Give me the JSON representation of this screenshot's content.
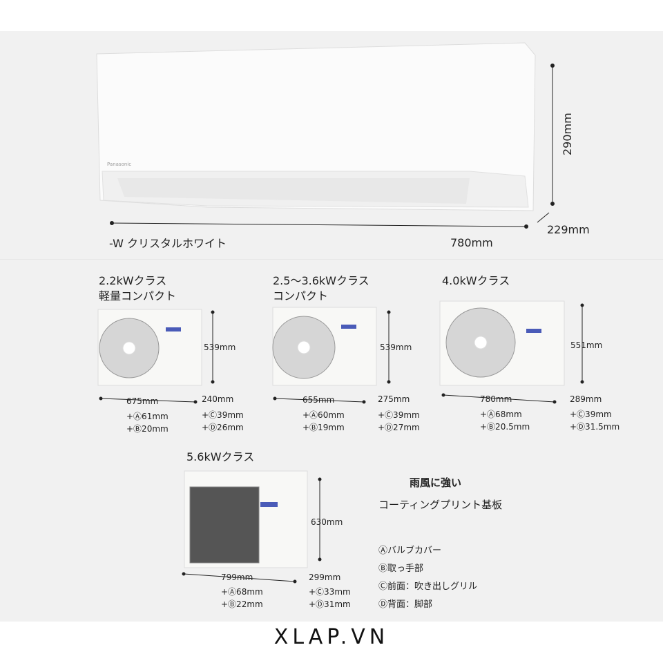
{
  "indoor": {
    "color_name": "-W クリスタルホワイト",
    "height": "290mm",
    "width": "780mm",
    "depth": "229mm",
    "brand": "Panasonic"
  },
  "outdoor": [
    {
      "class": "2.2kWクラス",
      "subtitle": "軽量コンパクト",
      "height": "539mm",
      "width": "675mm",
      "depth": "240mm",
      "a": "+Ⓐ61mm",
      "b": "+Ⓑ20mm",
      "c": "+Ⓒ39mm",
      "d": "+Ⓓ26mm"
    },
    {
      "class": "2.5〜3.6kWクラス",
      "subtitle": "コンパクト",
      "height": "539mm",
      "width": "655mm",
      "depth": "275mm",
      "a": "+Ⓐ60mm",
      "b": "+Ⓑ19mm",
      "c": "+Ⓒ39mm",
      "d": "+Ⓓ27mm"
    },
    {
      "class": "4.0kWクラス",
      "height": "551mm",
      "width": "780mm",
      "depth": "289mm",
      "a": "+Ⓐ68mm",
      "b": "+Ⓑ20.5mm",
      "c": "+Ⓒ39mm",
      "d": "+Ⓓ31.5mm"
    },
    {
      "class": "5.6kWクラス",
      "height": "630mm",
      "width": "799mm",
      "depth": "299mm",
      "a": "+Ⓐ68mm",
      "b": "+Ⓑ22mm",
      "c": "+Ⓒ33mm",
      "d": "+Ⓓ31mm"
    }
  ],
  "feature": {
    "title": "雨風に強い",
    "subtitle": "コーティングプリント基板"
  },
  "legend": [
    "Ⓐバルブカバー",
    "Ⓑ取っ手部",
    "Ⓒ前面：吹き出しグリル",
    "Ⓓ背面：脚部"
  ],
  "footer": "XLAP.VN"
}
